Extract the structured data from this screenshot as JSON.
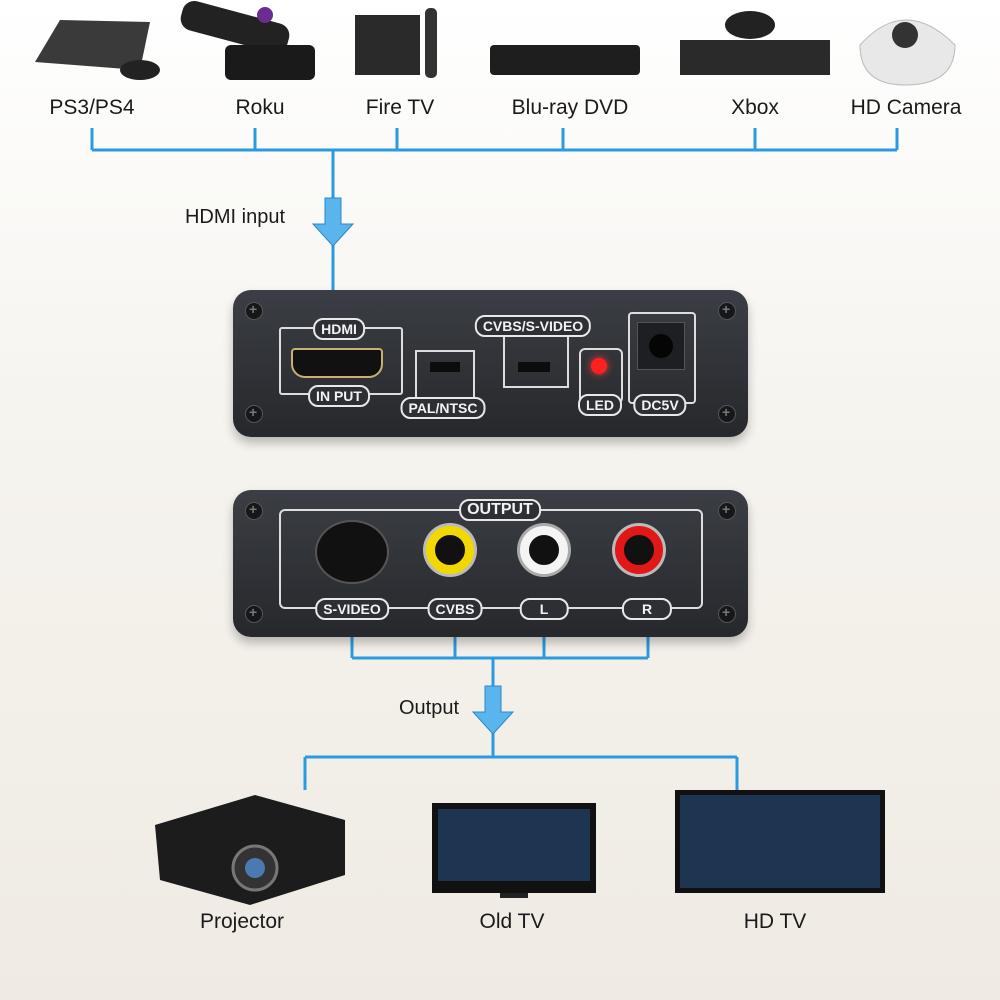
{
  "sources": [
    {
      "label": "PS3/PS4",
      "icon": "game-console-icon"
    },
    {
      "label": "Roku",
      "icon": "streaming-box-icon"
    },
    {
      "label": "Fire TV",
      "icon": "fire-tv-icon"
    },
    {
      "label": "Blu-ray DVD",
      "icon": "bluray-player-icon"
    },
    {
      "label": "Xbox",
      "icon": "xbox-icon"
    },
    {
      "label": "HD Camera",
      "icon": "dome-camera-icon"
    }
  ],
  "hdmi_input_label": "HDMI input",
  "front_panel": {
    "hdmi": "HDMI",
    "input": "IN PUT",
    "pal_ntsc": "PAL/NTSC",
    "cvbs_svideo": "CVBS/S-VIDEO",
    "led": "LED",
    "dc": "DC5V"
  },
  "back_panel": {
    "output": "OUTPUT",
    "svideo": "S-VIDEO",
    "cvbs": "CVBS",
    "l": "L",
    "r": "R"
  },
  "output_label": "Output",
  "targets": [
    {
      "label": "Projector"
    },
    {
      "label": "Old TV"
    },
    {
      "label": "HD TV"
    }
  ],
  "colors": {
    "line": "#2b9be0",
    "panel": "#2c2f34",
    "led": "#ff2020"
  }
}
